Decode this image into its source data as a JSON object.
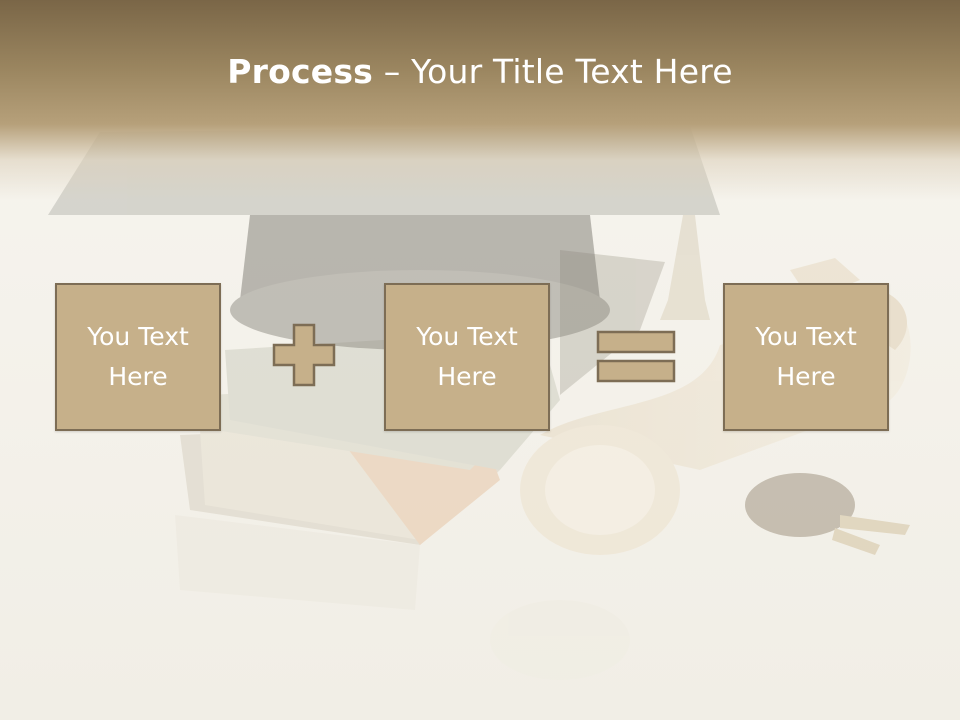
{
  "slide": {
    "title_bold": "Process",
    "title_rest": " – Your Title Text Here",
    "box_left": {
      "line1": "You Text",
      "line2": "Here"
    },
    "box_middle": {
      "line1": "You Text",
      "line2": "Here"
    },
    "box_right": {
      "line1": "You Text",
      "line2": "Here"
    }
  },
  "colors": {
    "header": "#8f7a55",
    "box_fill": "#c6b08a",
    "box_border": "#7d6d55",
    "operator_fill": "#c6b08a",
    "text": "#ffffff"
  },
  "icons": {
    "operator_1": "plus-icon",
    "operator_2": "equals-icon"
  }
}
